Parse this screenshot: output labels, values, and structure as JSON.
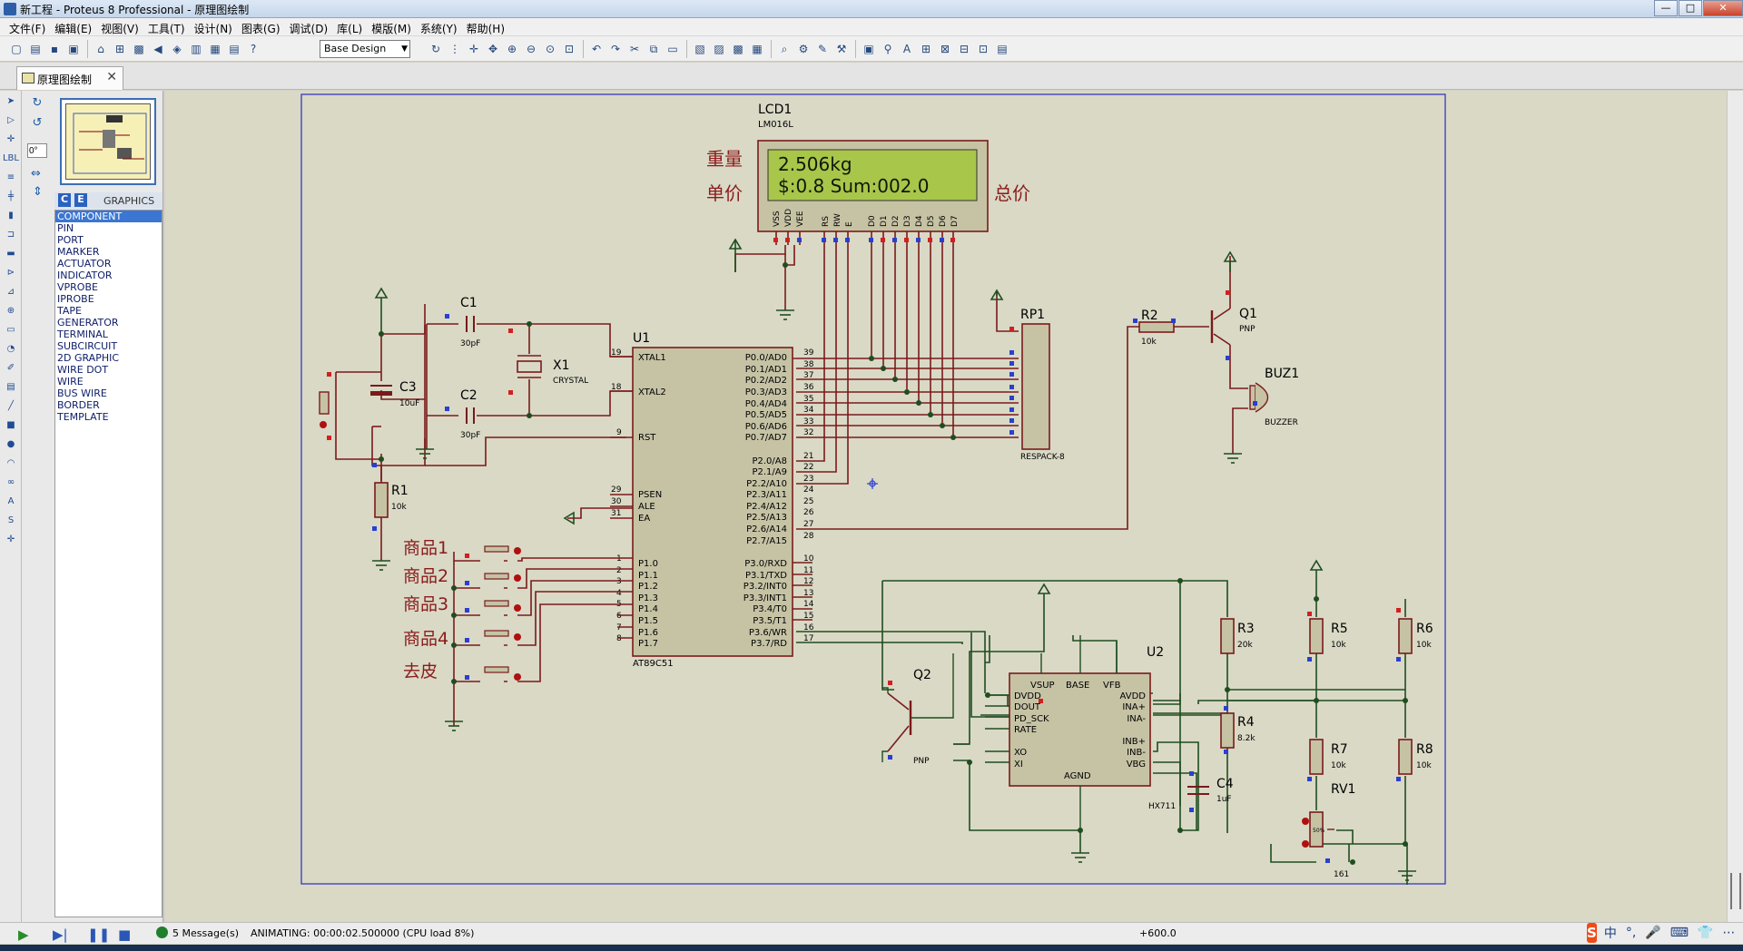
{
  "window": {
    "title": "新工程 - Proteus 8 Professional - 原理图绘制",
    "buttons": [
      "—",
      "□",
      "✕"
    ]
  },
  "menu": [
    "文件(F)",
    "编辑(E)",
    "视图(V)",
    "工具(T)",
    "设计(N)",
    "图表(G)",
    "调试(D)",
    "库(L)",
    "模版(M)",
    "系统(Y)",
    "帮助(H)"
  ],
  "toolbar": {
    "design_select": "Base Design"
  },
  "tab": {
    "label": "原理图绘制"
  },
  "rotation": "0°",
  "panel": {
    "c_label": "C",
    "e_label": "E",
    "graphics_label": "GRAPHICS"
  },
  "modes": [
    "COMPONENT",
    "PIN",
    "PORT",
    "MARKER",
    "ACTUATOR",
    "INDICATOR",
    "VPROBE",
    "IPROBE",
    "TAPE",
    "GENERATOR",
    "TERMINAL",
    "SUBCIRCUIT",
    "2D GRAPHIC",
    "WIRE DOT",
    "WIRE",
    "BUS WIRE",
    "BORDER",
    "TEMPLATE"
  ],
  "schematic": {
    "lcd": {
      "ref": "LCD1",
      "part": "LM016L",
      "line1": "2.506kg",
      "line2": "$:0.8  Sum:002.0",
      "label_weight": "重量",
      "label_price": "单价",
      "label_total": "总价",
      "pins": [
        "VSS",
        "VDD",
        "VEE",
        "RS",
        "RW",
        "E",
        "D0",
        "D1",
        "D2",
        "D3",
        "D4",
        "D5",
        "D6",
        "D7"
      ]
    },
    "u1": {
      "ref": "U1",
      "part": "AT89C51",
      "left_pins": [
        "XTAL1",
        "XTAL2",
        "RST",
        "PSEN",
        "ALE",
        "EA",
        "P1.0",
        "P1.1",
        "P1.2",
        "P1.3",
        "P1.4",
        "P1.5",
        "P1.6",
        "P1.7"
      ],
      "left_nums": [
        "19",
        "18",
        "9",
        "29",
        "30",
        "31",
        "1",
        "2",
        "3",
        "4",
        "5",
        "6",
        "7",
        "8"
      ],
      "right_pins": [
        "P0.0/AD0",
        "P0.1/AD1",
        "P0.2/AD2",
        "P0.3/AD3",
        "P0.4/AD4",
        "P0.5/AD5",
        "P0.6/AD6",
        "P0.7/AD7",
        "P2.0/A8",
        "P2.1/A9",
        "P2.2/A10",
        "P2.3/A11",
        "P2.4/A12",
        "P2.5/A13",
        "P2.6/A14",
        "P2.7/A15",
        "P3.0/RXD",
        "P3.1/TXD",
        "P3.2/INT0",
        "P3.3/INT1",
        "P3.4/T0",
        "P3.5/T1",
        "P3.6/WR",
        "P3.7/RD"
      ],
      "right_nums": [
        "39",
        "38",
        "37",
        "36",
        "35",
        "34",
        "33",
        "32",
        "21",
        "22",
        "23",
        "24",
        "25",
        "26",
        "27",
        "28",
        "10",
        "11",
        "12",
        "13",
        "14",
        "15",
        "16",
        "17"
      ]
    },
    "c1": {
      "ref": "C1",
      "value": "30pF"
    },
    "c2": {
      "ref": "C2",
      "value": "30pF"
    },
    "c3": {
      "ref": "C3",
      "value": "10uF"
    },
    "x1": {
      "ref": "X1",
      "value": "CRYSTAL"
    },
    "r1": {
      "ref": "R1",
      "value": "10k"
    },
    "r2": {
      "ref": "R2",
      "value": "10k"
    },
    "rp1": {
      "ref": "RP1",
      "part": "RESPACK-8"
    },
    "q1": {
      "ref": "Q1",
      "part": "PNP"
    },
    "q2": {
      "ref": "Q2",
      "part": "PNP"
    },
    "buz1": {
      "ref": "BUZ1",
      "part": "BUZZER"
    },
    "u2": {
      "ref": "U2",
      "part": "HX711",
      "pins": [
        "VSUP",
        "BASE",
        "VFB",
        "DVDD",
        "DOUT",
        "PD_SCK",
        "RATE",
        "XO",
        "XI",
        "AVDD",
        "INA+",
        "INA-",
        "INB+",
        "INB-",
        "VBG",
        "AGND"
      ]
    },
    "r3": {
      "ref": "R3",
      "value": "20k"
    },
    "r4": {
      "ref": "R4",
      "value": "8.2k"
    },
    "r5": {
      "ref": "R5",
      "value": "10k"
    },
    "r6": {
      "ref": "R6",
      "value": "10k"
    },
    "r7": {
      "ref": "R7",
      "value": "10k"
    },
    "r8": {
      "ref": "R8",
      "value": "10k"
    },
    "c4": {
      "ref": "C4",
      "value": "1uF"
    },
    "rv1": {
      "ref": "RV1",
      "value": "161",
      "pct": "50%"
    },
    "buttons": [
      "商品1",
      "商品2",
      "商品3",
      "商品4",
      "去皮"
    ]
  },
  "status": {
    "messages": "5 Message(s)",
    "animating": "ANIMATING: 00:00:02.500000 (CPU load 8%)",
    "coord": "+600.0"
  },
  "ime": {
    "s": "S",
    "items": [
      "中",
      "°,",
      "🎤",
      "⌨",
      "👕",
      "⋯"
    ]
  }
}
